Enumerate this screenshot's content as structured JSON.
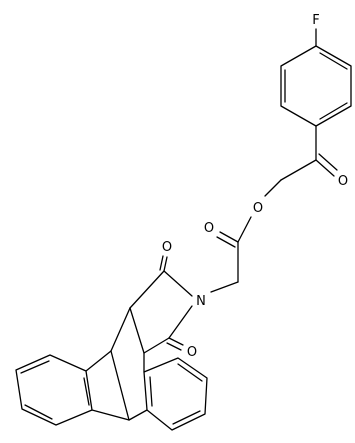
{
  "structure": {
    "atom_labels": {
      "fluorine": "F",
      "ketone_oxygen": "O",
      "ester_ether_oxygen": "O",
      "ester_carbonyl_oxygen": "O",
      "imide_nitrogen": "N",
      "imide_oxygen_upper": "O",
      "imide_oxygen_lower": "O"
    },
    "colors": {
      "bond": "#000000",
      "label": "#000000",
      "background": "#ffffff"
    }
  }
}
